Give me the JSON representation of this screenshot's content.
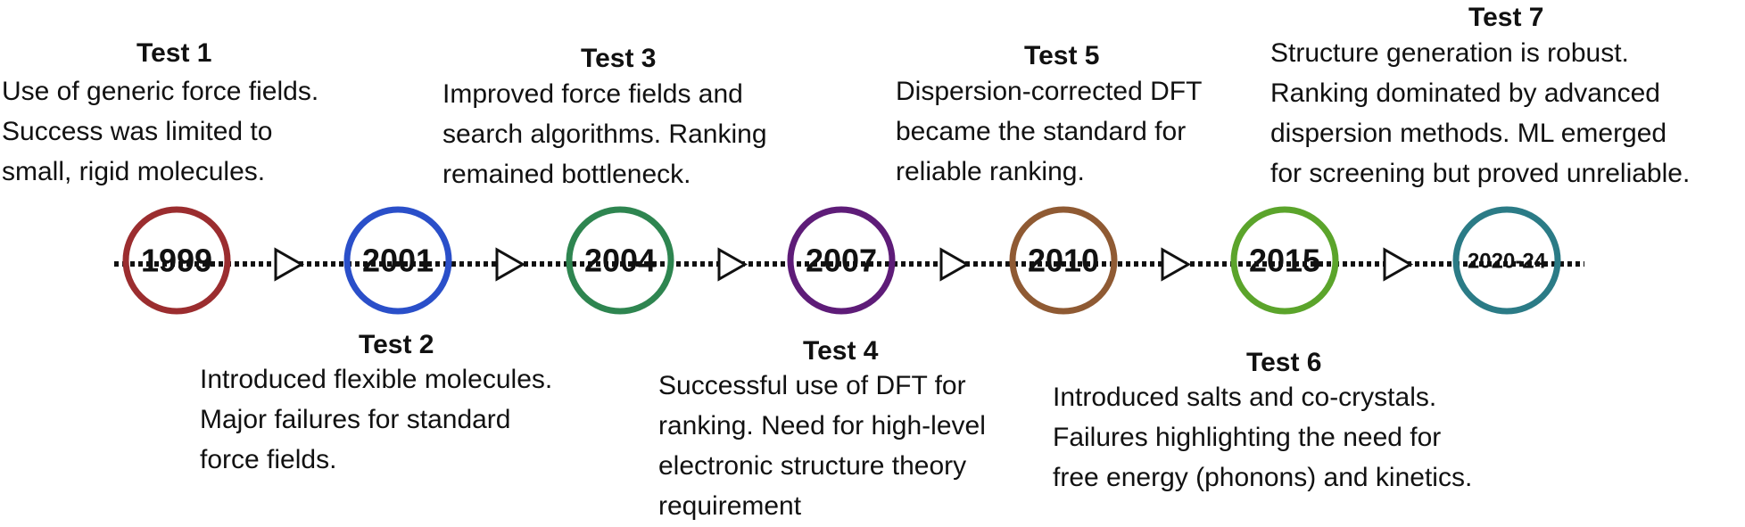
{
  "colors": {
    "line": "#111111",
    "arrow_fill": "#ffffff",
    "background": "#ffffff"
  },
  "milestones": [
    {
      "year": "1999",
      "color": "#9b2d2f",
      "test": "Test 1",
      "description": [
        "Use of generic force fields.",
        "Success was limited to",
        "small, rigid molecules."
      ]
    },
    {
      "year": "2001",
      "color": "#2a4fc9",
      "test": "Test 2",
      "description": [
        "Introduced flexible molecules.",
        "Major failures for standard",
        "force fields."
      ]
    },
    {
      "year": "2004",
      "color": "#2e8550",
      "test": "Test 3",
      "description": [
        "Improved force fields and",
        "search algorithms. Ranking",
        "remained bottleneck."
      ]
    },
    {
      "year": "2007",
      "color": "#5e1c78",
      "test": "Test 4",
      "description": [
        "Successful use of DFT for",
        "ranking. Need for high-level",
        "electronic structure theory",
        "requirement"
      ]
    },
    {
      "year": "2010",
      "color": "#8f5a33",
      "test": "Test 5",
      "description": [
        "Dispersion-corrected DFT",
        "became the standard for",
        "reliable ranking."
      ]
    },
    {
      "year": "2015",
      "color": "#5ba42b",
      "test": "Test 6",
      "description": [
        "Introduced salts and co-crystals.",
        "Failures highlighting the need for",
        "free energy (phonons) and kinetics."
      ]
    },
    {
      "year": "2020-24",
      "color": "#2b7b86",
      "test": "Test 7",
      "description": [
        "Structure generation is robust.",
        "Ranking dominated by advanced",
        "dispersion methods. ML emerged",
        "for screening but proved unreliable."
      ]
    }
  ]
}
